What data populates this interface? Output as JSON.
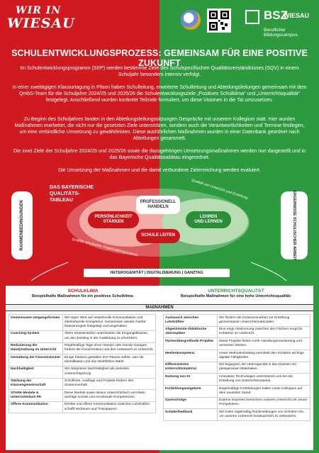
{
  "header": {
    "wiesau_line1": "WIR IN",
    "wiesau_line2": "WIESAU",
    "bsz_big": "BSZ",
    "bsz_small": "WIESAU",
    "bsz_sub": "Beruflicher Bildungscampus"
  },
  "title": "SCHULENTWICKLUNGSPROZESS: GEMEINSAM FÜR EINE POSITIVE ZUKUNFT",
  "paragraphs": [
    "Im Schulentwicklungsprogramm (SEP) werden bestimmte Ziele des Schulspezifischen Qualitätsverständnisses (SQV) in einem Schuljahr besonders intensiv verfolgt.",
    "In einer zweitägigen Klausurtagung in Pilsen haben Schulleitung, erweiterte Schulleitung und Abteilungsleitungen gemeinsam mit dem QmbS-Team für die Schuljahre 2024/25 und 2025/26 die Schulentwicklungsziele „Positives Schulklima“ und „Unterrichtsqualität“ festgelegt. Anschließend wurden konkrete Teilziele formuliert, um diese Visionen in die Tat umzusetzen.",
    "Zu Beginn des Schuljahres fanden in den Abteilungsleitungssitzungen Gespräche mit unserem Kollegium statt. Hier wurden Maßnahmen erarbeitet, die nicht nur die gesetzten Ziele unterstützen, sondern auch die Verantwortlichkeiten und Termine festlegen, um eine verbindliche Umsetzung zu gewährleisten. Diese ausführlichen Maßnahmen wurden in einer Datenbank geordnet nach Abteilungen gesammelt.",
    "Die zwei Ziele der Schuljahre 2024/25 und 2025/26 sowie die dazugehörigen Umsetzungsmaßnahmen werden nun dargestellt und in das Bayerische Qualitätstableau eingeordnet.",
    "Die Umsetzung der Maßnahmen und die damit verbundene Zielerreichung werden evaluiert."
  ],
  "diagram": {
    "left_box": "RAHMENBEDINGUNGEN",
    "right_box": "ERGEBNISSE SCHULISCHER ARBEIT",
    "tableau_title": [
      "DAS BAYERISCHE",
      "QUALITÄTS-",
      "TABLEAU"
    ],
    "personlichkeit": [
      "PERSÖNLICHKEIT",
      "STÄRKEN"
    ],
    "professionell": [
      "PROFESSIONELL",
      "HANDELN"
    ],
    "lehren": [
      "LEHREN",
      "UND LERNEN"
    ],
    "schule_leiten": "SCHULE LEITEN",
    "arc_left": "Qualität schulischer Organisationsprozesse",
    "arc_right": "Qualität von Unterricht und Erziehung",
    "strip": "HETEROGENITÄT | DIGITALISIERUNG | GANZTAG"
  },
  "panel": {
    "left_title": "SCHULKLIMA",
    "left_sub": "Beispielhafte Maßnahmen für ein positives Schulklima:",
    "right_title": "UNTERRICHTSQUALITÄT",
    "right_sub": "Beispielhafte Maßnahmen für eine hohe Unterrichtsqualität:",
    "measures_title": "MAßNAHMEN",
    "left_rows": [
      {
        "k": "Gemeinsame Umgangsformen",
        "v": "Wir legen Wert auf respektvolle Kommunikation und interkulturelle Kompetenz. Gemeinsam werden hierfür Klassenregeln festgelegt und eingehalten."
      },
      {
        "k": "Coaching-System",
        "v": "Ältere Klassenstufen unterstützen die Eingangsklassen, um den Einstieg in die Ausbildung zu erleichtern."
      },
      {
        "k": "Reduzierung der Handynutzung im Unterricht",
        "v": "Regelmäßige Tage ohne Handys oder Handy-Garagen fördern die Konzentration und den Austausch im Unterricht."
      },
      {
        "k": "Gestaltung der Klassenzimmer",
        "v": "Einige Klassen gestalten ihre Räume selbst, was die Identifikation und das Wohlfühlen stärkt."
      },
      {
        "k": "Nachhaltigkeit",
        "v": "Wir integrieren Nachhaltigkeit als zentrales Unterrichtsprinzip."
      },
      {
        "k": "Stärkung der Klassengemeinschaft",
        "v": "Schulfeste, Ausflüge und Projekte fördern den Zusammenhalt."
      },
      {
        "k": "STARK-Module & Unterrichtsfach PE",
        "v": "Diese Module sowie dieses Unterrichtsfach vermitteln wichtige soziale und emotionale Kompetenzen."
      },
      {
        "k": "Offene Kommunikation",
        "v": "Direkte und offene Kommunikation zwischen Lehrkräften schafft Vertrauen und Transparenz."
      }
    ],
    "right_rows": [
      {
        "k": "Austausch zwischen Lehrkräften",
        "v": "Wir fördern die Zusammenarbeit zur Erstellung gemeinsamer Unterrichtsmaterialien."
      },
      {
        "k": "Abgestimmte didaktische Jahrespläne",
        "v": "Eine enge Abstimmung zwischen den Fächern sorgt für Kohärenz im Unterricht."
      },
      {
        "k": "Fächerübergreifende Projekte",
        "v": "Diese Projekte bieten mehr Handlungsorientierung und vernetzen Wissen."
      },
      {
        "k": "Medienkompetenz",
        "v": "Unser Methodenkatalog vermittelt den Schülern wichtige digitale Fähigkeiten."
      },
      {
        "k": "Differenziertes Unterrichtsmaterial",
        "v": "Wir begegnen der Heterogenität in den Klassen mit passgenauen Materialien."
      },
      {
        "k": "Nutzung von KI",
        "v": "Innovative Technologien unterstützen uns bei der Erstellung von Unterrichtsmaterial."
      },
      {
        "k": "Fortbildungsangebote",
        "v": "Regelmäßige Fortbildungen halten unser Kollegium auf dem neuesten Stand."
      },
      {
        "k": "Gastvorträge",
        "v": "Externe Experten bereichern unseren Unterricht mit neuen Perspektiven."
      },
      {
        "k": "Schülerfeedback",
        "v": "Wir holen regelmäßig Rückmeldungen von Schülern ein, um unseren Unterricht kontinuierlich zu verbessern."
      }
    ]
  },
  "colors": {
    "red": "#d01a1f",
    "green": "#2e9a3f"
  }
}
